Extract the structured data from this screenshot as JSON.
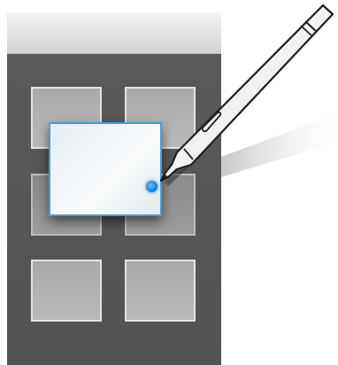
{
  "scene": {
    "description_icon": "s-pen-air-view-icon",
    "accent_color": "#2a8ee0",
    "tile_border_color": "#e3e3e3"
  },
  "screen": {
    "tiles": [
      {
        "id": "t1"
      },
      {
        "id": "t2"
      },
      {
        "id": "t3"
      },
      {
        "id": "t4"
      },
      {
        "id": "t5"
      },
      {
        "id": "t6"
      }
    ]
  }
}
